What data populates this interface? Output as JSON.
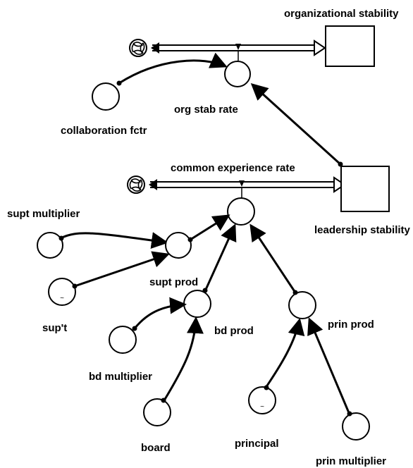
{
  "stocks": {
    "organizational_stability": "organizational stability",
    "leadership_stability": "leadership stability"
  },
  "flows": {
    "org_stab_rate": "org stab rate",
    "common_experience_rate": "common experience rate"
  },
  "variables": {
    "collaboration_fctr": "collaboration fctr",
    "supt_multiplier": "supt multiplier",
    "supt_prod": "supt prod",
    "supt": "sup't",
    "bd_prod": "bd prod",
    "bd_multiplier": "bd multiplier",
    "board": "board",
    "prin_prod": "prin prod",
    "principal": "principal",
    "prin_multiplier": "prin multiplier"
  },
  "icons": {
    "cloud_source": "cloud-icon"
  }
}
